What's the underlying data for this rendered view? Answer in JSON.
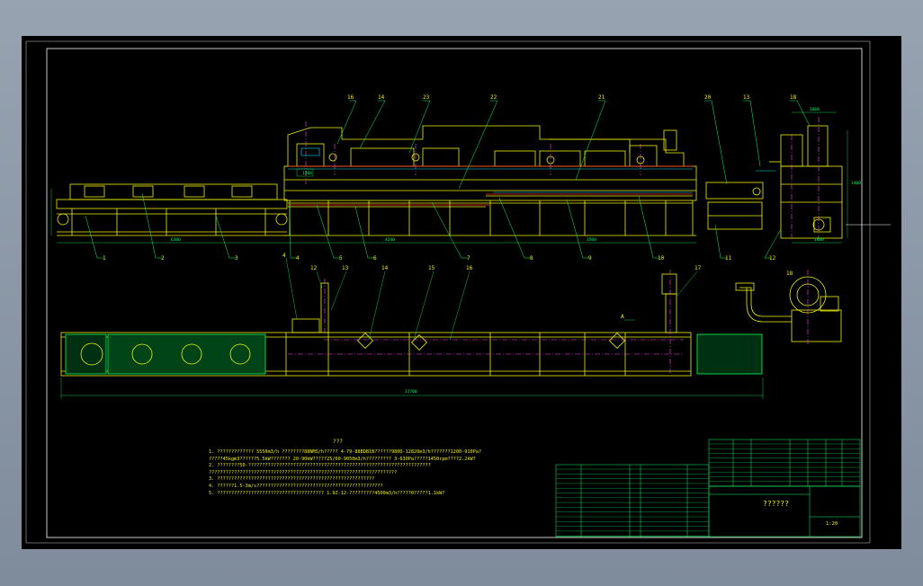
{
  "drawing": {
    "notes_title": "???",
    "notes": [
      "1. ????????????? 5550m3/h ????????88NMS/h????? 4-79-88BDB1B??????980D-12820m3/h???????1200-910Pa?",
      "   ?????45kgm3??????5.5kW??????? 20-90kW?????25/60-9050m3/h????????? 3-630Pa?????1450rpm????2.2kW?",
      "2. ????????50-?????????????????????????????????????????????????????????????????",
      "   ???????????????????????????????????????????????????????????????????",
      "3. ????????????????????????????????????????????????????????",
      "4. ??????1.5-3m/s?????????????????????????????????????????????",
      "5. ?????????????????????????????????????? 1.9Z-12-?????????4500m3/h?????0?????1.1kW?"
    ],
    "title_block_name": "??????",
    "scale": "1:20",
    "part_numbers_top": [
      "16",
      "14",
      "23",
      "22",
      "21",
      "20",
      "13",
      "18"
    ],
    "part_numbers_bottom": [
      "1",
      "2",
      "3",
      "4",
      "5",
      "6",
      "7",
      "8",
      "9",
      "10",
      "11",
      "12"
    ],
    "part_numbers_plan": [
      "4",
      "12",
      "13",
      "14",
      "15",
      "16",
      "17"
    ],
    "view_label": "A",
    "dimensions": {
      "len_a": "6300",
      "len_b": "4240",
      "len_c": "3500",
      "overall": "31700",
      "side_w": "1600",
      "side_h": "1400",
      "top_a": "1060",
      "top_b": "1200"
    }
  },
  "colors": {
    "line": "#f2f200",
    "leader": "#00ff60",
    "center": "#ff40ff",
    "cyan": "#00e0ff",
    "red": "#ff3030",
    "sheet": "#000000",
    "border": "#ffffff"
  }
}
